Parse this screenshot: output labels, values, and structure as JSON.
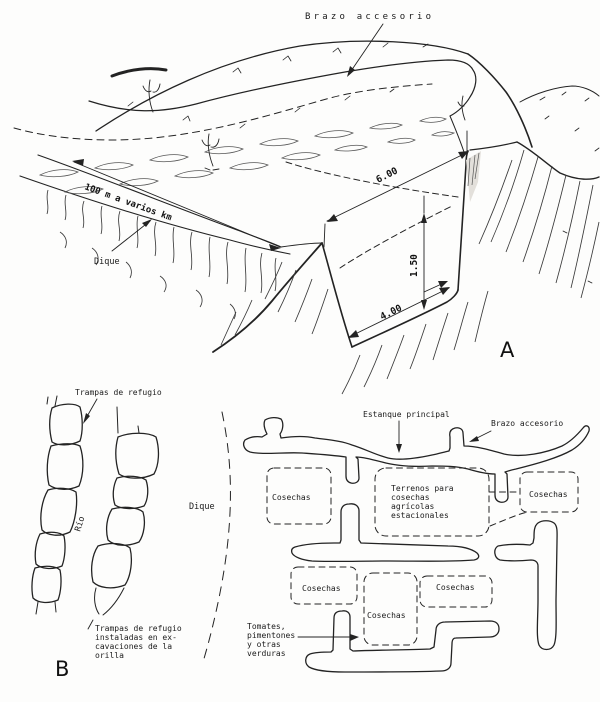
{
  "figure": {
    "panel_a": {
      "label": "A",
      "brazo_accesorio": "Brazo accesorio",
      "channel_length": "100 m a varios km",
      "dique": "Dique",
      "dim_top_width": "6.00",
      "dim_bottom_width": "4.00",
      "dim_depth": "1.50"
    },
    "panel_b": {
      "label": "B",
      "trampas": "Trampas de refugio",
      "rio": "Río",
      "dique": "Dique",
      "caption_lines": [
        "Trampas de refugio",
        "instaladas en ex-",
        "cavaciones de la",
        "orilla"
      ]
    },
    "panel_c": {
      "estanque_principal": "Estanque principal",
      "brazo_accesorio": "Brazo accesorio",
      "cosechas": "Cosechas",
      "terrenos_lines": [
        "Terrenos para",
        "cosechas",
        "agrícolas",
        "estacionales"
      ],
      "tomates_lines": [
        "Tomates,",
        "pimentones",
        "y otras",
        "verduras"
      ]
    },
    "colors": {
      "ink": "#232323",
      "paper": "#ffffff"
    }
  }
}
